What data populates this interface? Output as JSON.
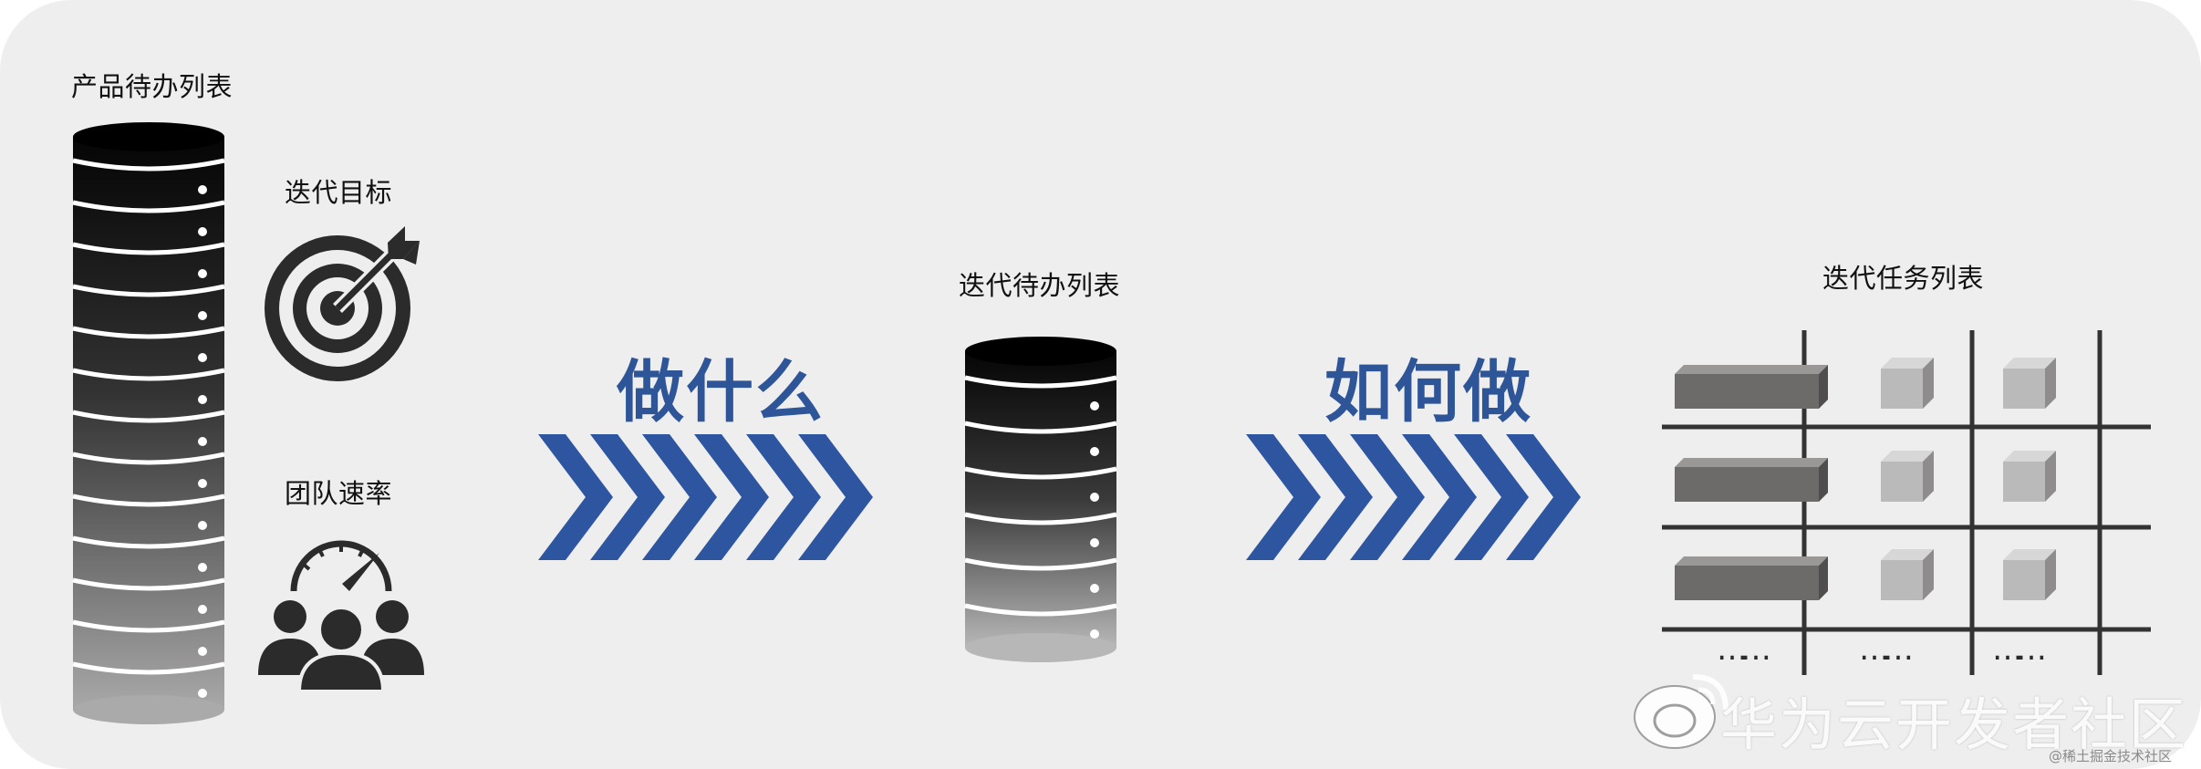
{
  "labels": {
    "product_backlog": "产品待办列表",
    "sprint_goal": "迭代目标",
    "team_velocity": "团队速率",
    "sprint_backlog": "迭代待办列表",
    "sprint_tasks": "迭代任务列表",
    "what": "做什么",
    "how": "如何做",
    "dots": "……"
  },
  "watermark": {
    "main": "华为云开发者社区",
    "sub": "@稀土掘金技术社区"
  },
  "colors": {
    "background": "#eeeeef",
    "accent_blue": "#2d5597",
    "chevron": "#2e55a0",
    "grid_lines": "#333333"
  },
  "icons": [
    "server-stack-icon",
    "target-icon",
    "team-speedometer-icon",
    "chevron-arrow-icon",
    "task-grid-icon",
    "weibo-icon"
  ]
}
